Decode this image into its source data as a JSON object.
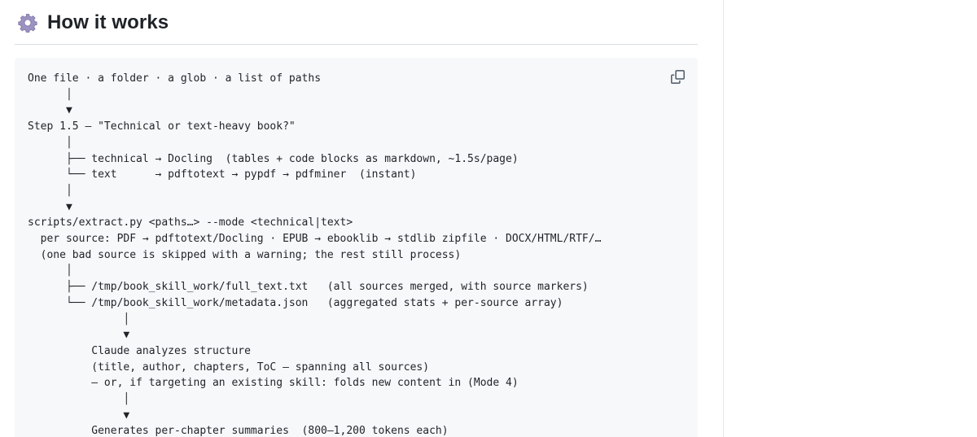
{
  "section": {
    "icon": "gear-icon",
    "title": "How it works"
  },
  "code_block": {
    "copy_icon": "copy-icon",
    "lines": [
      "One file · a folder · a glob · a list of paths",
      "      │",
      "      ▼",
      "Step 1.5 — \"Technical or text-heavy book?\"",
      "      │",
      "      ├── technical → Docling  (tables + code blocks as markdown, ~1.5s/page)",
      "      └── text      → pdftotext → pypdf → pdfminer  (instant)",
      "      │",
      "      ▼",
      "scripts/extract.py <paths…> --mode <technical|text>",
      "  per source: PDF → pdftotext/Docling · EPUB → ebooklib → stdlib zipfile · DOCX/HTML/RTF/…",
      "  (one bad source is skipped with a warning; the rest still process)",
      "      │",
      "      ├── /tmp/book_skill_work/full_text.txt   (all sources merged, with source markers)",
      "      └── /tmp/book_skill_work/metadata.json   (aggregated stats + per-source array)",
      "               │",
      "               ▼",
      "          Claude analyzes structure",
      "          (title, author, chapters, ToC — spanning all sources)",
      "          — or, if targeting an existing skill: folds new content in (Mode 4)",
      "               │",
      "               ▼",
      "          Generates per-chapter summaries  (800–1,200 tokens each)"
    ]
  },
  "colors": {
    "code_background": "#f6f8fa",
    "text": "#1f2328",
    "divider": "#d8dee4",
    "gear": "#8a7fb5"
  }
}
